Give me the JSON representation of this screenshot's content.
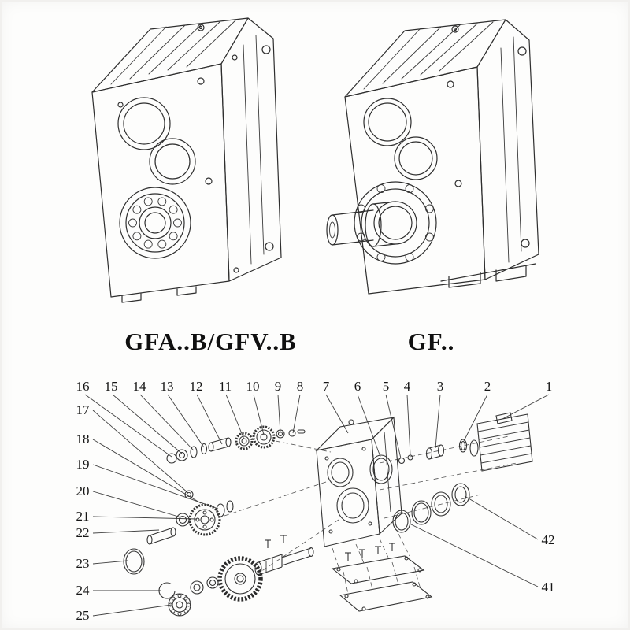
{
  "models": {
    "left": "GFA..B/GFV..B",
    "right": "GF.."
  },
  "exploded": {
    "callouts": [
      "16",
      "15",
      "14",
      "13",
      "12",
      "11",
      "10",
      "9",
      "8",
      "7",
      "6",
      "5",
      "4",
      "3",
      "2",
      "1",
      "17",
      "18",
      "19",
      "20",
      "21",
      "22",
      "23",
      "24",
      "25",
      "42",
      "41"
    ]
  }
}
